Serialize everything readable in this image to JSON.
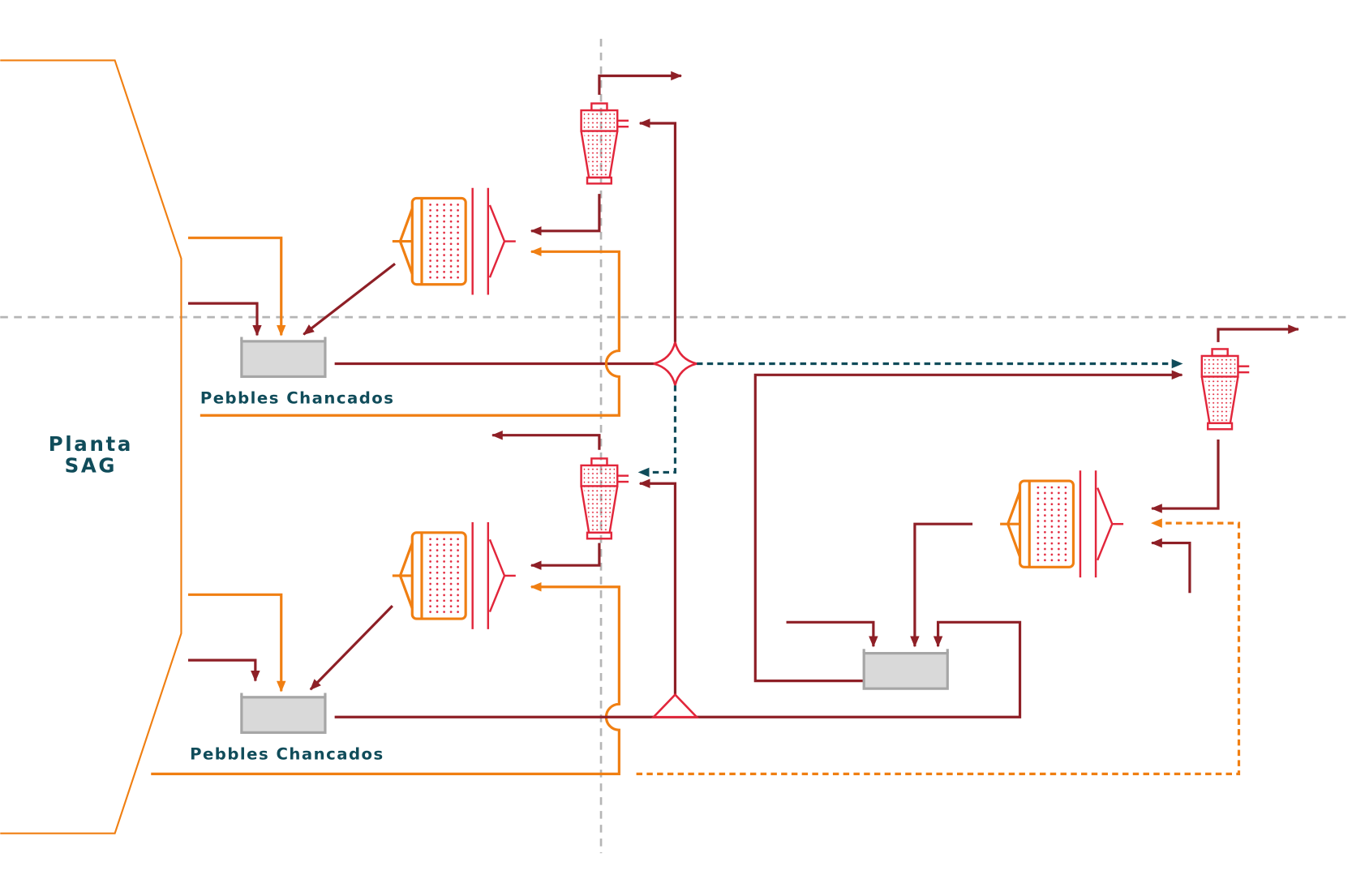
{
  "plant": {
    "label_line1": "Planta",
    "label_line2": "SAG"
  },
  "stockpiles": [
    {
      "label": "Pebbles Chancados",
      "icon": "tank-icon"
    },
    {
      "label": "Pebbles Chancados",
      "icon": "tank-icon"
    }
  ],
  "equipment_icons": {
    "cyclone": "hydrocyclone-icon",
    "mill": "ball-mill-icon",
    "tank": "tank-icon",
    "splitter": "star-junction-icon",
    "junction": "triangle-junction-icon",
    "arrow": "arrowhead-icon"
  },
  "colors": {
    "orange_stream": "#f07f12",
    "dark_red_stream": "#8e1f26",
    "red_equipment": "#e2263b",
    "teal_stream": "#104c5a",
    "guide_lines": "#b5b5b5",
    "tank_fill": "#d9d9d9",
    "tank_stroke": "#a6a6a6",
    "label_text": "#104c5a",
    "background": "#ffffff"
  }
}
